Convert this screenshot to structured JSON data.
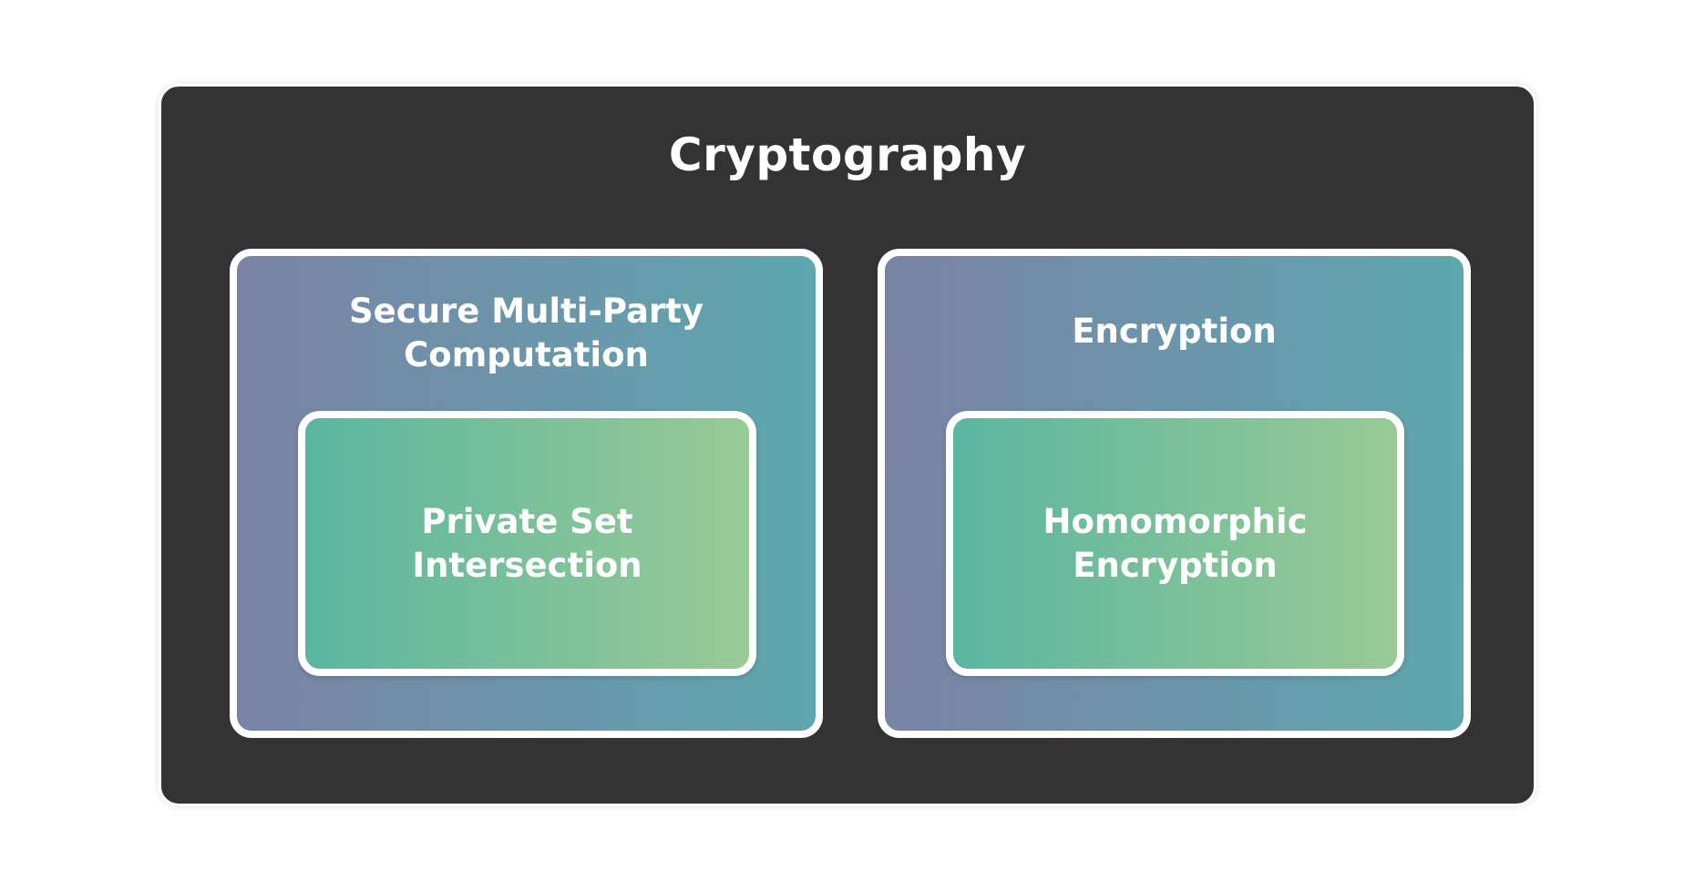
{
  "diagram": {
    "title": "Cryptography",
    "groups": [
      {
        "title_line1": "Secure Multi-Party",
        "title_line2": "Computation",
        "child": {
          "line1": "Private Set",
          "line2": "Intersection"
        }
      },
      {
        "title_line1": "Encryption",
        "child": {
          "line1": "Homomorphic",
          "line2": "Encryption"
        }
      }
    ],
    "colors": {
      "outer_background": "#333333",
      "group_gradient": [
        "#7a83a5",
        "#5da7ae"
      ],
      "inner_gradient": [
        "#5ab6a0",
        "#99ca95"
      ],
      "border": "#ffffff",
      "text": "#ffffff"
    }
  }
}
